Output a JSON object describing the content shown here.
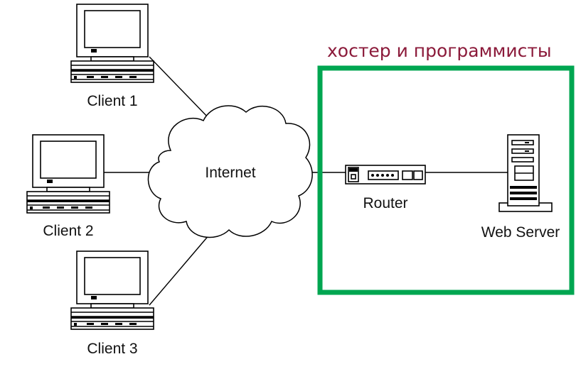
{
  "annotation": {
    "text": "хостер и программисты",
    "text_color": "#8b1a3a",
    "box_color": "#00a651"
  },
  "cloud": {
    "label": "Internet"
  },
  "clients": [
    {
      "label": "Client 1"
    },
    {
      "label": "Client 2"
    },
    {
      "label": "Client 3"
    }
  ],
  "router": {
    "label": "Router"
  },
  "server": {
    "label": "Web Server"
  }
}
